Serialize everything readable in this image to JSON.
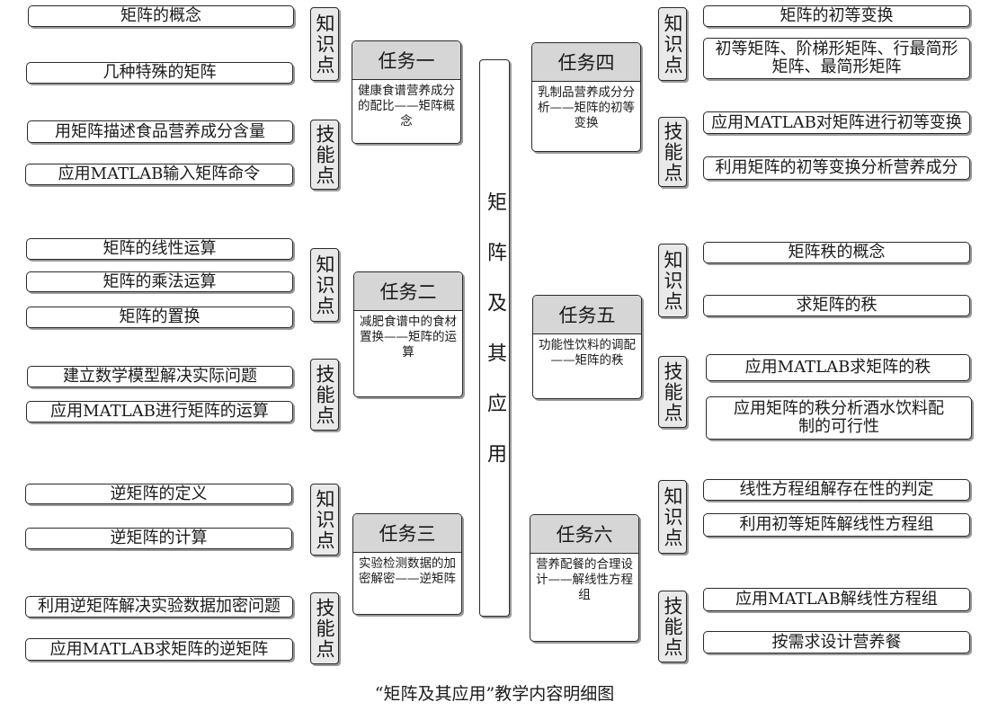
{
  "center_title": "矩阵及其应用",
  "caption": "“矩阵及其应用”教学内容明细图",
  "labels": {
    "knowledge": "知识点",
    "skill": "技能点"
  },
  "tasks": [
    {
      "id": "t1",
      "title": "任务一",
      "desc": "健康食谱营养成分的配比——矩阵概念"
    },
    {
      "id": "t2",
      "title": "任务二",
      "desc": "减肥食谱中的食材置换——矩阵的运算"
    },
    {
      "id": "t3",
      "title": "任务三",
      "desc": "实验检测数据的加密解密——逆矩阵"
    },
    {
      "id": "t4",
      "title": "任务四",
      "desc": "乳制品营养成分分析——矩阵的初等变换"
    },
    {
      "id": "t5",
      "title": "任务五",
      "desc": "功能性饮料的调配——矩阵的秩"
    },
    {
      "id": "t6",
      "title": "任务六",
      "desc": "营养配餐的合理设计——解线性方程组"
    }
  ],
  "items": {
    "t1_k": [
      "矩阵的概念",
      "几种特殊的矩阵"
    ],
    "t1_s": [
      "用矩阵描述食品营养成分含量",
      "应用MATLAB输入矩阵命令"
    ],
    "t2_k": [
      "矩阵的线性运算",
      "矩阵的乘法运算",
      "矩阵的置换"
    ],
    "t2_s": [
      "建立数学模型解决实际问题",
      "应用MATLAB进行矩阵的运算"
    ],
    "t3_k": [
      "逆矩阵的定义",
      "逆矩阵的计算"
    ],
    "t3_s": [
      "利用逆矩阵解决实验数据加密问题",
      "应用MATLAB求矩阵的逆矩阵"
    ],
    "t4_k": [
      "矩阵的初等变换",
      "初等矩阵、阶梯形矩阵、行最简形矩阵、最简形矩阵"
    ],
    "t4_s": [
      "应用MATLAB对矩阵进行初等变换",
      "利用矩阵的初等变换分析营养成分"
    ],
    "t5_k": [
      "矩阵秩的概念",
      "求矩阵的秩"
    ],
    "t5_s": [
      "应用MATLAB求矩阵的秩",
      "应用矩阵的秩分析酒水饮料配制的可行性"
    ],
    "t6_k": [
      "线性方程组解存在性的判定",
      "利用初等矩阵解线性方程组"
    ],
    "t6_s": [
      "应用MATLAB解线性方程组",
      "按需求设计营养餐"
    ]
  }
}
